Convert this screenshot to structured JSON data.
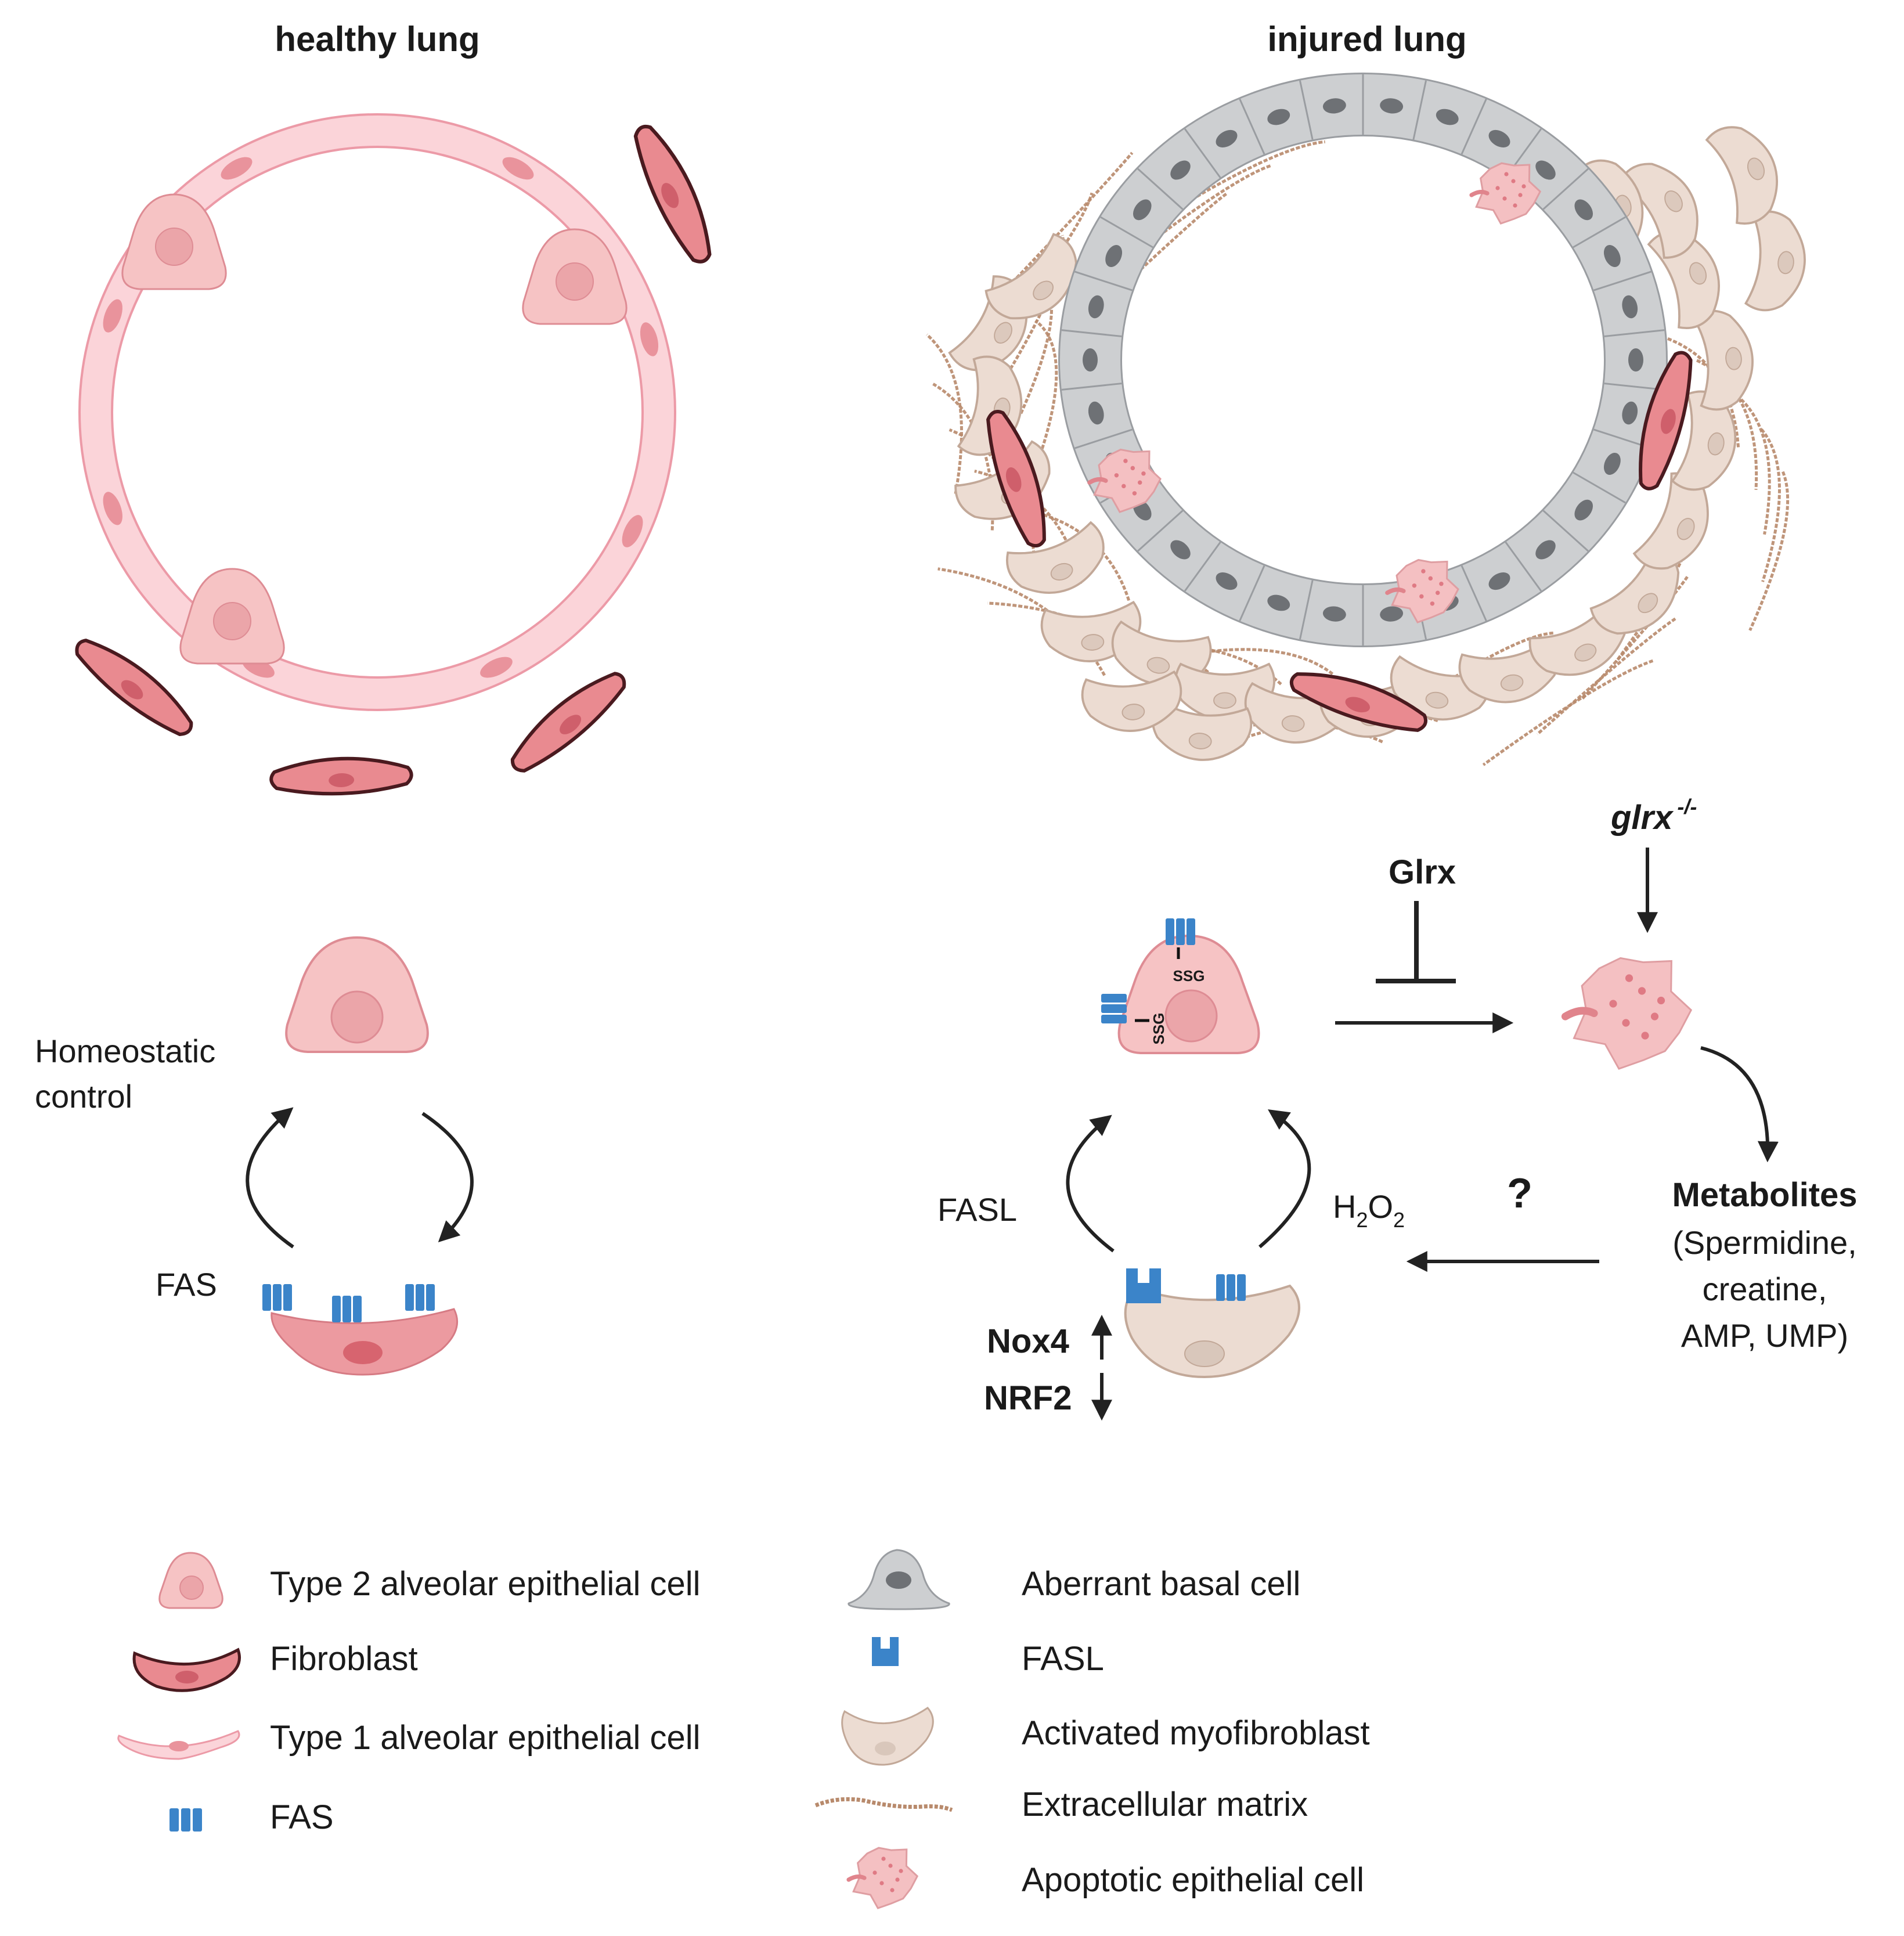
{
  "colors": {
    "type1": "#fbd4d9",
    "type1_edge": "#ec9aa7",
    "type2": "#f6c3c4",
    "type2_edge": "#de8c94",
    "nucleus": "#e9939c",
    "fibroblast": "#e98a90",
    "fibroblast_edge": "#4a1a1f",
    "basal": "#cdcfd1",
    "basal_edge": "#9a9da1",
    "basal_nucleus": "#6e7175",
    "myofibroblast": "#ecdcd2",
    "myofibroblast_edge": "#c2a898",
    "matrix": "#b88a6c",
    "apoptotic": "#f4c0c2",
    "receptor": "#3b84c9",
    "arrow": "#222222"
  },
  "panels": {
    "healthy_title": "healthy lung",
    "injured_title": "injured lung"
  },
  "healthy_cycle": {
    "homeostatic": "Homeostatic",
    "control": "control",
    "fas_label": "FAS"
  },
  "injured_cycle": {
    "glrx_ko_gene": "glrx",
    "glrx_ko_sup": "-/-",
    "glrx": "Glrx",
    "ssg_top": "SSG",
    "ssg_side": "SSG",
    "fasl_label": "FASL",
    "h2o2_h": "H",
    "h2o2_2a": "2",
    "h2o2_o": "O",
    "h2o2_2b": "2",
    "question": "?",
    "nox4": "Nox4",
    "nrf2": "NRF2",
    "metabolites_title": "Metabolites",
    "metabolites_line1": "(Spermidine,",
    "metabolites_line2": "creatine,",
    "metabolites_line3": "AMP, UMP)"
  },
  "legend": {
    "left": [
      {
        "icon": "type2-cell-icon",
        "label": "Type 2 alveolar epithelial cell"
      },
      {
        "icon": "fibroblast-icon",
        "label": "Fibroblast"
      },
      {
        "icon": "type1-cell-icon",
        "label": "Type 1 alveolar epithelial cell"
      },
      {
        "icon": "fas-receptor-icon",
        "label": "FAS"
      }
    ],
    "right": [
      {
        "icon": "basal-cell-icon",
        "label": "Aberrant basal cell"
      },
      {
        "icon": "fasl-ligand-icon",
        "label": "FASL"
      },
      {
        "icon": "myofibroblast-icon",
        "label": "Activated myofibroblast"
      },
      {
        "icon": "matrix-fiber-icon",
        "label": "Extracellular matrix"
      },
      {
        "icon": "apoptotic-cell-icon",
        "label": "Apoptotic epithelial cell"
      }
    ]
  }
}
